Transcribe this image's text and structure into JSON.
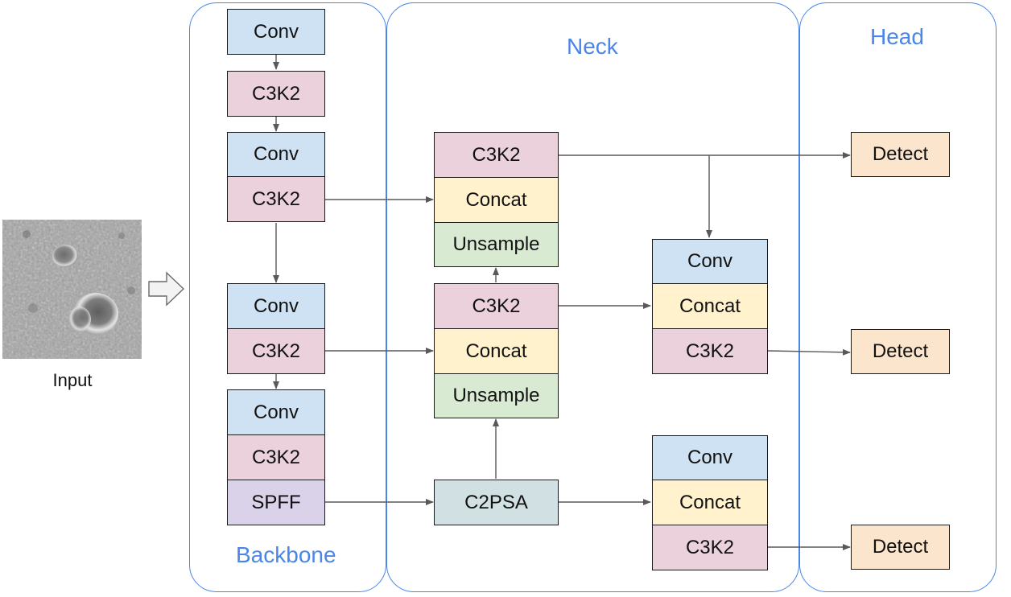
{
  "sections": {
    "backbone": "Backbone",
    "neck": "Neck",
    "head": "Head"
  },
  "input": {
    "label": "Input"
  },
  "backbone": {
    "b1": "Conv",
    "b2": "C3K2",
    "b3": "Conv",
    "b4": "C3K2",
    "b5": "Conv",
    "b6": "C3K2",
    "b7": "Conv",
    "b8": "C3K2",
    "b9": "SPFF"
  },
  "neck": {
    "n1": "C3K2",
    "n2": "Concat",
    "n3": "Unsample",
    "n4": "C3K2",
    "n5": "Concat",
    "n6": "Unsample",
    "n7": "C2PSA",
    "m1": "Conv",
    "m2": "Concat",
    "m3": "C3K2",
    "p1": "Conv",
    "p2": "Concat",
    "p3": "C3K2"
  },
  "head": {
    "d1": "Detect",
    "d2": "Detect",
    "d3": "Detect"
  },
  "colors": {
    "panel_border": "#4a86e8",
    "conv": "#cfe2f3",
    "c3k2": "#ead1dc",
    "spff": "#d9d2e9",
    "concat": "#fff2cc",
    "unsample": "#d9ead3",
    "c2psa": "#d0e0e3",
    "detect": "#fce5cd"
  }
}
